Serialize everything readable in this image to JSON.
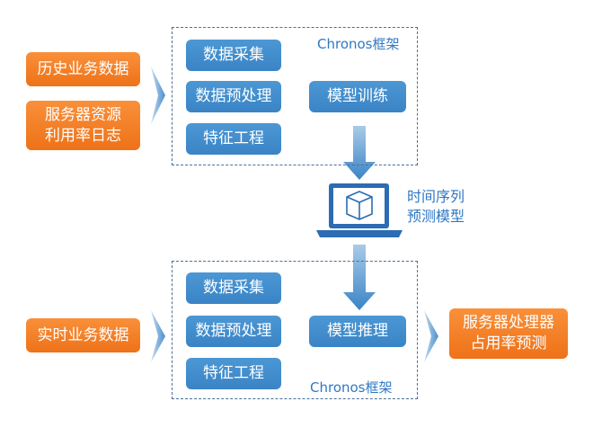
{
  "inputs": {
    "history": "历史业务数据",
    "server_log": [
      "服务器资源",
      "利用率日志"
    ],
    "realtime": "实时业务数据"
  },
  "top_framework": {
    "title": "Chronos框架",
    "steps": [
      "数据采集",
      "数据预处理",
      "特征工程"
    ],
    "train": "模型训练"
  },
  "model": {
    "label": [
      "时间序列",
      "预测模型"
    ]
  },
  "bottom_framework": {
    "title": "Chronos框架",
    "steps": [
      "数据采集",
      "数据预处理",
      "特征工程"
    ],
    "infer": "模型推理"
  },
  "output": {
    "label": [
      "服务器处理器",
      "占用率预测"
    ]
  },
  "colors": {
    "orange": "#f08022",
    "blue": "#3d87c8",
    "frame": "#4a6f96",
    "label_text": "#2f78c4"
  }
}
